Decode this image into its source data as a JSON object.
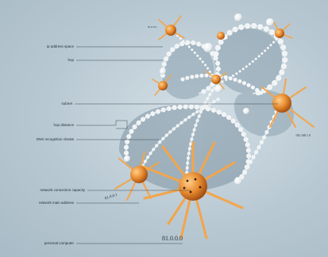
{
  "labels": {
    "ip_address_space": "ip address space",
    "hop": "hop",
    "subnet": "subnet",
    "hop_distance": "hop distance",
    "dns_reception_cheats": "DNS recognition cheats",
    "network_connection_capacity": "network connection capacity",
    "network_main_address": "network main address",
    "personal_computer": "personal computer"
  },
  "addresses": {
    "bottom_center": "81.0.0.0",
    "left_hub": "81.0.0.1",
    "right_hub": "192.168.1.0",
    "top_hub": "81.0.0.2"
  },
  "colors": {
    "background": "#b8c8d2",
    "sphere_orange": "#e68a2e",
    "sphere_dark": "#b0561a",
    "tube_white": "#f4f6f7",
    "leader_line": "#3c4a53"
  }
}
